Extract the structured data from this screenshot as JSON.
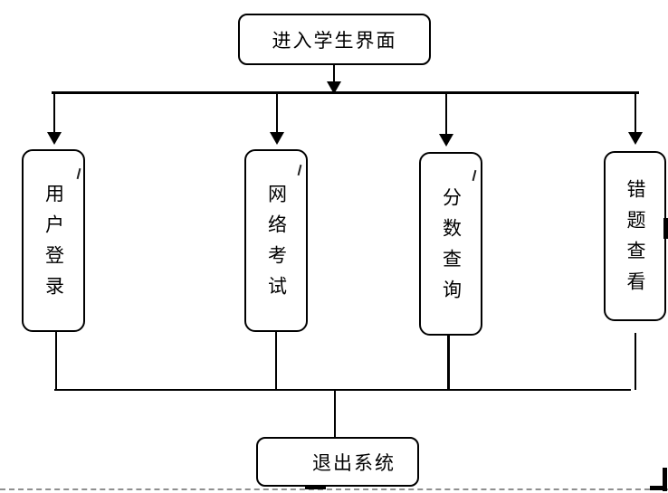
{
  "diagram": {
    "root": {
      "label": "进入学生界面"
    },
    "branches": [
      {
        "id": "user-login",
        "label": "用户登录"
      },
      {
        "id": "online-exam",
        "label": "网络考试"
      },
      {
        "id": "score-query",
        "label": "分数查询"
      },
      {
        "id": "wrong-question-review",
        "label": "错题查看"
      }
    ],
    "exit": {
      "label": "退出系统"
    }
  },
  "colors": {
    "line": "#000000",
    "box_border": "#000000",
    "background": "#ffffff",
    "page_break_dash": "#8f8f8f"
  }
}
